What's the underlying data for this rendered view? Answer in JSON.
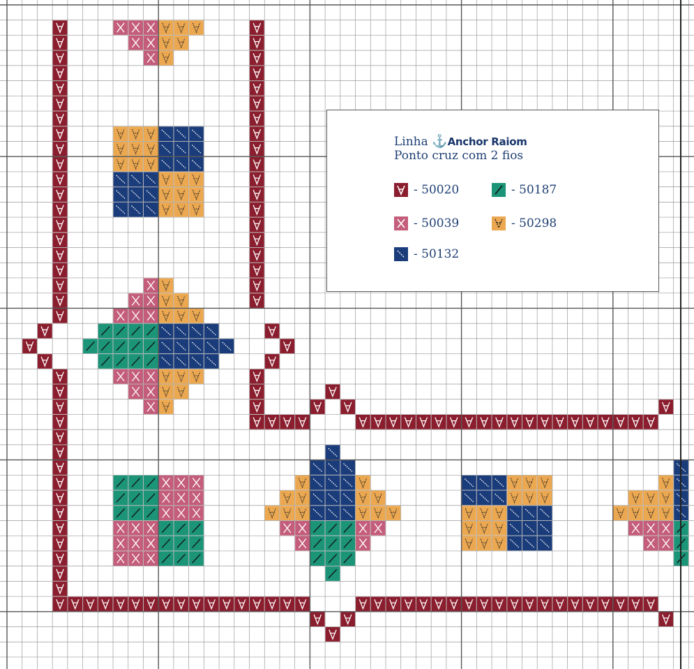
{
  "legend": {
    "line_prefix": "Linha",
    "brand": "Anchor Raiom",
    "technique": "Ponto cruz com 2 fios",
    "items": [
      {
        "symbol": "A-symbol",
        "label": "- 50020",
        "color": "#8b1e2e"
      },
      {
        "symbol": "slash-symbol",
        "label": "- 50187",
        "color": "#1b9478"
      },
      {
        "symbol": "x-symbol",
        "label": "- 50039",
        "color": "#c45d7b"
      },
      {
        "symbol": "dotted-a-symbol",
        "label": "- 50298",
        "color": "#eca850"
      },
      {
        "symbol": "backslash-symbol",
        "label": "- 50132",
        "color": "#1a3c7a"
      }
    ]
  },
  "colors": {
    "50020": "#8b1e2e",
    "50187": "#1b9478",
    "50039": "#c45d7b",
    "50298": "#eca850",
    "50132": "#1a3c7a",
    "grid": "#9a9a9a",
    "grid_major": "#555555"
  }
}
